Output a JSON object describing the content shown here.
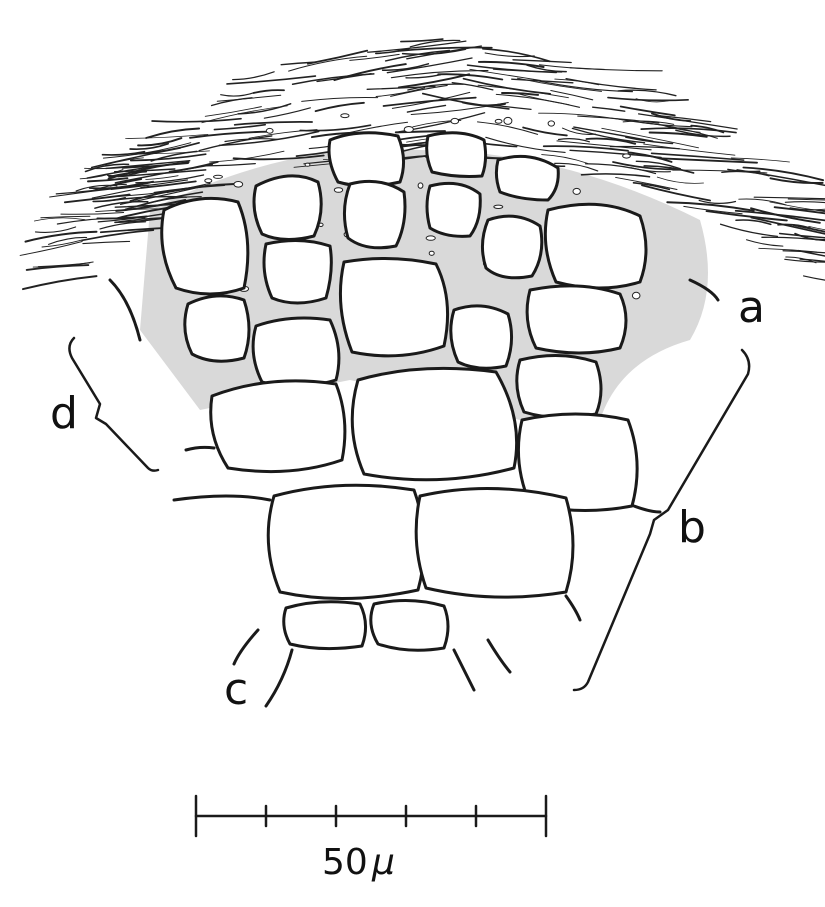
{
  "labels": {
    "a": "a",
    "b": "b",
    "c": "c",
    "d": "d"
  },
  "scale_bar": {
    "value": "50",
    "unit": "µ",
    "ticks": 5
  }
}
